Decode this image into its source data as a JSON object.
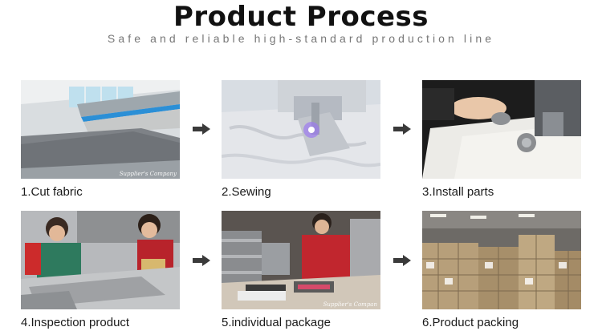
{
  "header": {
    "title": "Product Process",
    "subtitle": "Safe and reliable high-standard production line"
  },
  "colors": {
    "arrow": "#3a3a3a",
    "title": "#111111",
    "subtitle": "#777777"
  },
  "steps": [
    {
      "caption": "1.Cut fabric",
      "watermark": "Supplier's Company"
    },
    {
      "caption": "2.Sewing",
      "watermark": ""
    },
    {
      "caption": "3.Install parts",
      "watermark": ""
    },
    {
      "caption": "4.Inspection product",
      "watermark": ""
    },
    {
      "caption": "5.individual package",
      "watermark": "Supplier's Compan"
    },
    {
      "caption": "6.Product packing",
      "watermark": ""
    }
  ],
  "arrow_icon": "right-arrow-icon"
}
